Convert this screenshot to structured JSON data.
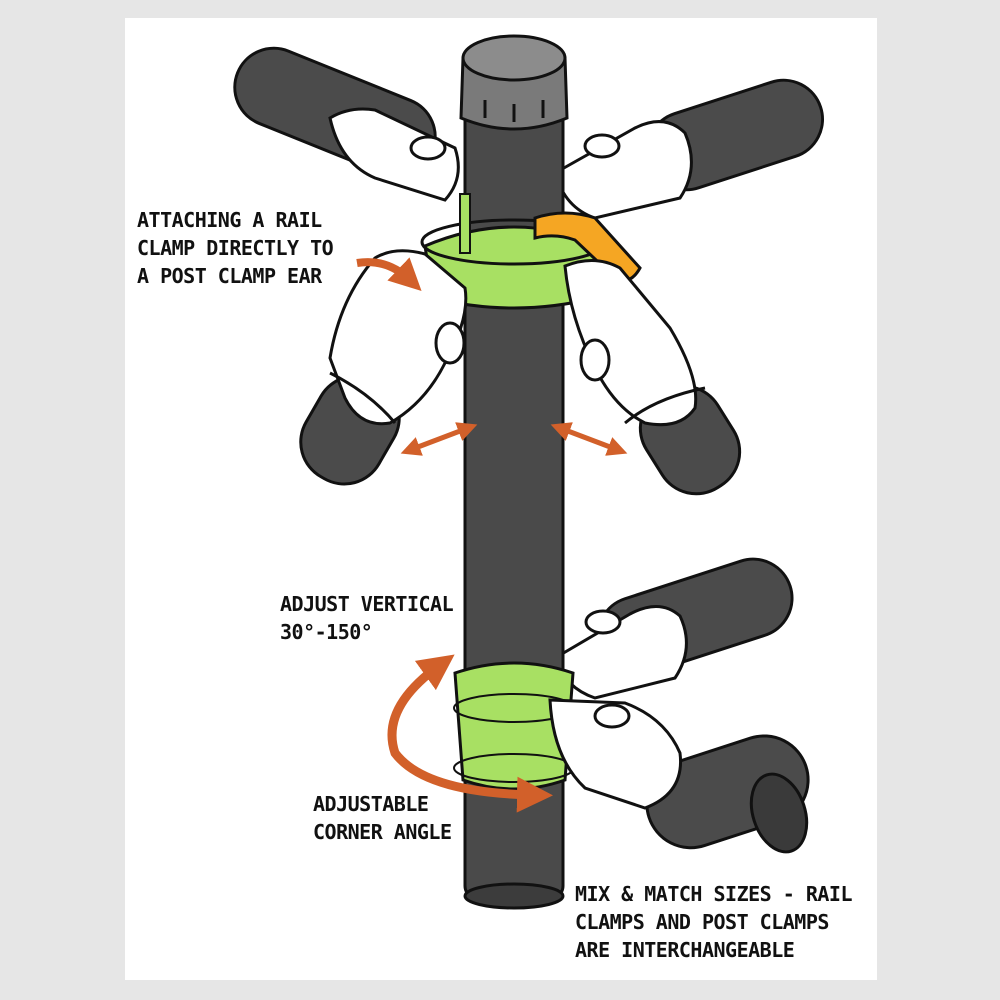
{
  "colors": {
    "background": "#e6e6e6",
    "panel": "#ffffff",
    "post": "#4a4a4a",
    "post_cap": "#7a7a7a",
    "rail_tube": "#4b4b4b",
    "clamp_body": "#ffffff",
    "post_clamp_highlight": "#a8e063",
    "rail_clamp_highlight": "#f5a623",
    "arrow": "#d2602a",
    "outline": "#111111",
    "text": "#111111"
  },
  "callouts": {
    "rail_clamp_ear": {
      "line1": "ATTACHING A RAIL",
      "line2": "CLAMP DIRECTLY TO",
      "line3": "A POST CLAMP EAR"
    },
    "adjust_vertical": {
      "line1": "ADJUST VERTICAL",
      "line2": "30°-150°"
    },
    "corner_angle": {
      "line1": "ADJUSTABLE",
      "line2": "CORNER ANGLE"
    },
    "mix_match": {
      "line1": "MIX & MATCH SIZES - RAIL",
      "line2": "CLAMPS AND POST CLAMPS",
      "line3": "ARE INTERCHANGEABLE"
    }
  },
  "icons": {
    "post": "vertical-post-illustration",
    "cap": "post-cap-illustration",
    "rail": "rail-tube-illustration",
    "rail_clamp": "rail-clamp-illustration",
    "post_clamp": "post-clamp-illustration",
    "arrow_double": "double-headed-arrow",
    "arrow_curved": "curved-arrow"
  }
}
